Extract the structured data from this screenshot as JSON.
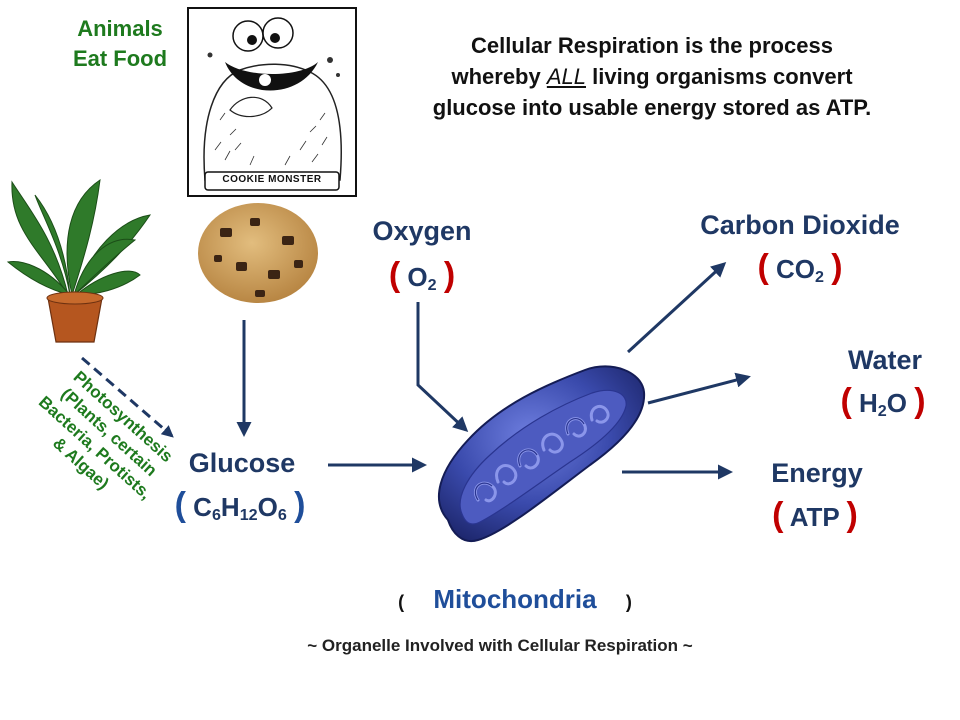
{
  "header": {
    "animals_line1": "Animals",
    "animals_line2": "Eat Food",
    "definition_before": "Cellular Respiration is the process",
    "definition_mid_pre": "whereby ",
    "definition_mid_emph": "ALL",
    "definition_mid_post": " living organisms convert",
    "definition_after": "glucose into usable energy stored as ATP."
  },
  "cookie_monster": {
    "caption": "COOKIE MONSTER"
  },
  "photosynthesis": {
    "lines": [
      "Photosynthesis",
      "(Plants, certain",
      "Bacteria, Protists,",
      "& Algae)"
    ]
  },
  "inputs": {
    "oxygen": {
      "name": "Oxygen",
      "open": "(",
      "formula_main": "O",
      "formula_sub": "2",
      "close": ")"
    },
    "glucose": {
      "name": "Glucose",
      "open": "(",
      "close": ")",
      "f1": "C",
      "s1": "6",
      "f2": "H",
      "s2": "12",
      "f3": "O",
      "s3": "6"
    }
  },
  "outputs": {
    "co2": {
      "name": "Carbon Dioxide",
      "open": "(",
      "formula_main": "CO",
      "formula_sub": "2",
      "close": ")"
    },
    "water": {
      "name": "Water",
      "open": "(",
      "f1": "H",
      "s1": "2",
      "f2": "O",
      "close": ")"
    },
    "energy": {
      "name": "Energy",
      "open": "(",
      "formula": "ATP",
      "close": ")"
    }
  },
  "organelle": {
    "open": "(",
    "name": "Mitochondria",
    "close": ")",
    "caption": "~ Organelle Involved with Cellular Respiration ~"
  },
  "colors": {
    "green_text": "#1e7a1e",
    "navy_text": "#1f3864",
    "blue_text": "#1f4e9a",
    "red_paren": "#c00000",
    "arrow": "#1f3864",
    "mito_outer": "#2c3a9a",
    "mito_inner": "#5a66c8",
    "cookie": "#c99a58"
  }
}
